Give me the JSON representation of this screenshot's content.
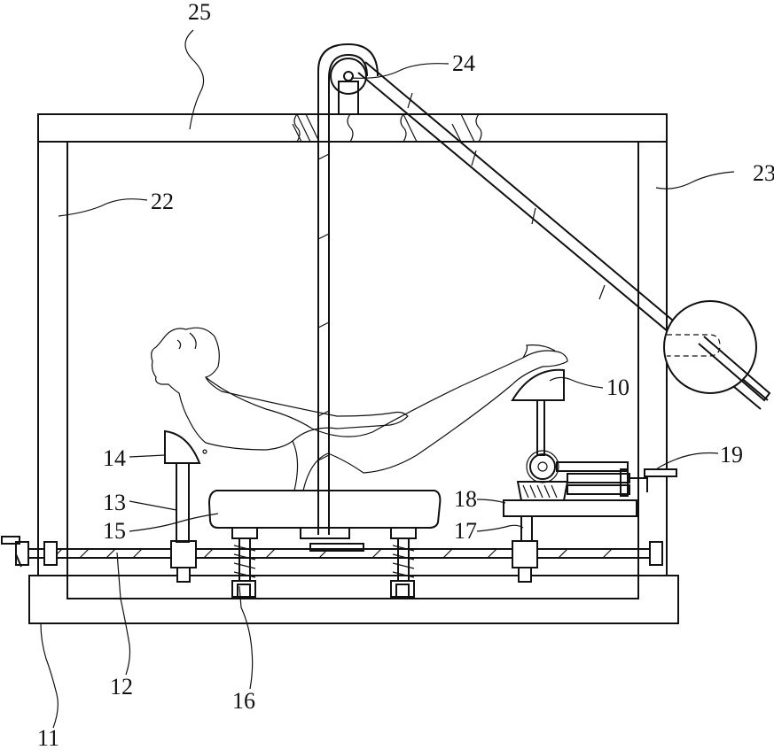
{
  "labels": {
    "l10": "10",
    "l11": "11",
    "l12": "12",
    "l13": "13",
    "l14": "14",
    "l15": "15",
    "l16": "16",
    "l17": "17",
    "l18": "18",
    "l19": "19",
    "l22": "22",
    "l23": "23",
    "l24": "24",
    "l25": "25"
  }
}
